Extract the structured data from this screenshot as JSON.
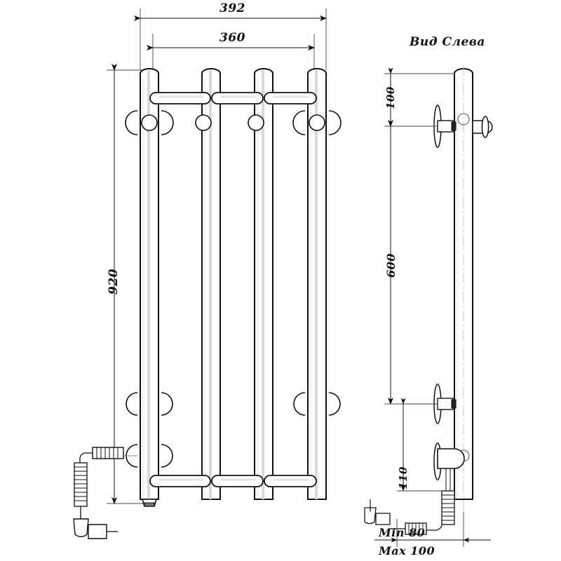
{
  "drawing": {
    "type": "technical-drawing",
    "subject": "heated-towel-rail",
    "views": {
      "front": {
        "name": "front-view"
      },
      "side": {
        "title": "Вид Слева"
      }
    },
    "dimensions": {
      "overall_width": "392",
      "inner_width": "360",
      "overall_height": "920",
      "top_offset": "100",
      "bracket_spacing": "600",
      "bottom_offset": "110",
      "wall_gap_min": "Min 80",
      "wall_gap_max": "Max 100"
    },
    "colors": {
      "line": "#1a1a1a",
      "thin_line": "#555555",
      "background": "#ffffff",
      "fill": "#ffffff",
      "highlight": "#d8d8d8"
    },
    "parts": [
      {
        "name": "vertical-tube-1"
      },
      {
        "name": "vertical-tube-2"
      },
      {
        "name": "vertical-tube-3"
      },
      {
        "name": "vertical-tube-4"
      },
      {
        "name": "crossbar-top"
      },
      {
        "name": "crossbar-bottom"
      },
      {
        "name": "wall-bracket-top"
      },
      {
        "name": "wall-bracket-bottom"
      },
      {
        "name": "heating-element"
      },
      {
        "name": "power-cord"
      },
      {
        "name": "power-plug"
      }
    ]
  }
}
